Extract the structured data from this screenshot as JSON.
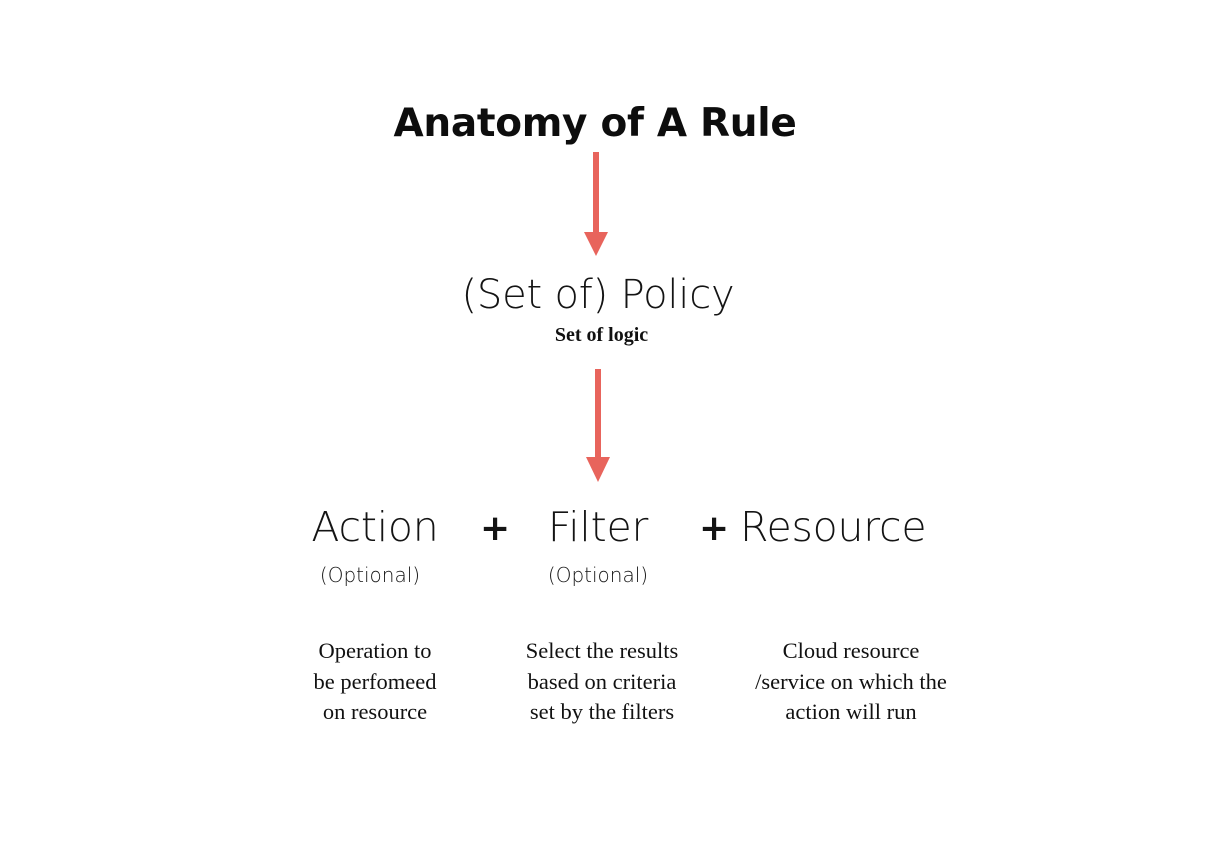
{
  "page": {
    "background_color": "#ffffff",
    "text_color": "#111111",
    "accent_color": "#e8645c"
  },
  "title": "Anatomy of A Rule",
  "arrows": {
    "color": "#e8645c",
    "top_arrow_name": "arrow-title-to-policy",
    "bottom_arrow_name": "arrow-policy-to-components"
  },
  "policy": {
    "label": "(Set of) Policy",
    "sublabel": "Set of logic"
  },
  "components": [
    {
      "term": "Action",
      "optional": "(Optional)",
      "description": "Operation to\nbe perfomeed\non resource",
      "description_lines": [
        "Operation to",
        "be perfomeed",
        "on resource"
      ]
    },
    {
      "term": "Filter",
      "optional": "(Optional)",
      "description": "Select the results\nbased on criteria\nset by the filters",
      "description_lines": [
        "Select the results",
        "based on criteria",
        "set by the filters"
      ]
    },
    {
      "term": "Resource",
      "optional": "",
      "description": "Cloud resource\n/service on which the\naction will run",
      "description_lines": [
        "Cloud resource",
        "/service on which the",
        "action will run"
      ]
    }
  ],
  "operators": {
    "first": "+",
    "second": "+"
  }
}
